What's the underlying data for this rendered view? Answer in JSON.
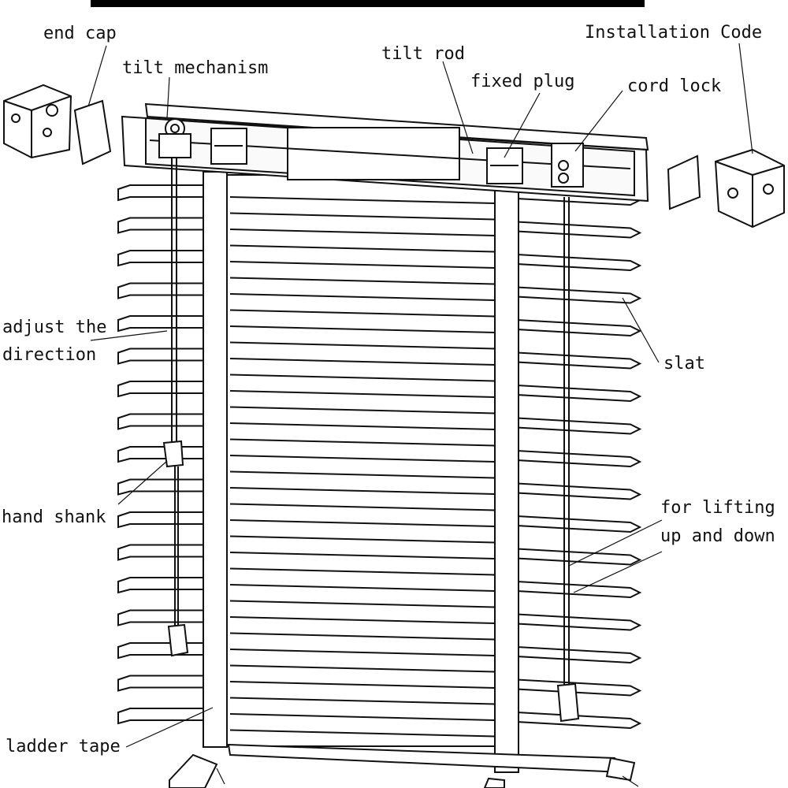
{
  "labels": {
    "end_cap": "end cap",
    "tilt_mechanism": "tilt mechanism",
    "tilt_rod": "tilt rod",
    "fixed_plug": "fixed plug",
    "cord_lock": "cord lock",
    "installation_code": "Installation Code",
    "adjust_direction_1": "adjust the",
    "adjust_direction_2": "direction",
    "slat": "slat",
    "hand_shank": "hand shank",
    "lifting_1": "for lifting",
    "lifting_2": "up and down",
    "ladder_tape": "ladder tape"
  },
  "colors": {
    "ink": "#111111",
    "paper": "#ffffff",
    "header_bar": "#000000"
  }
}
